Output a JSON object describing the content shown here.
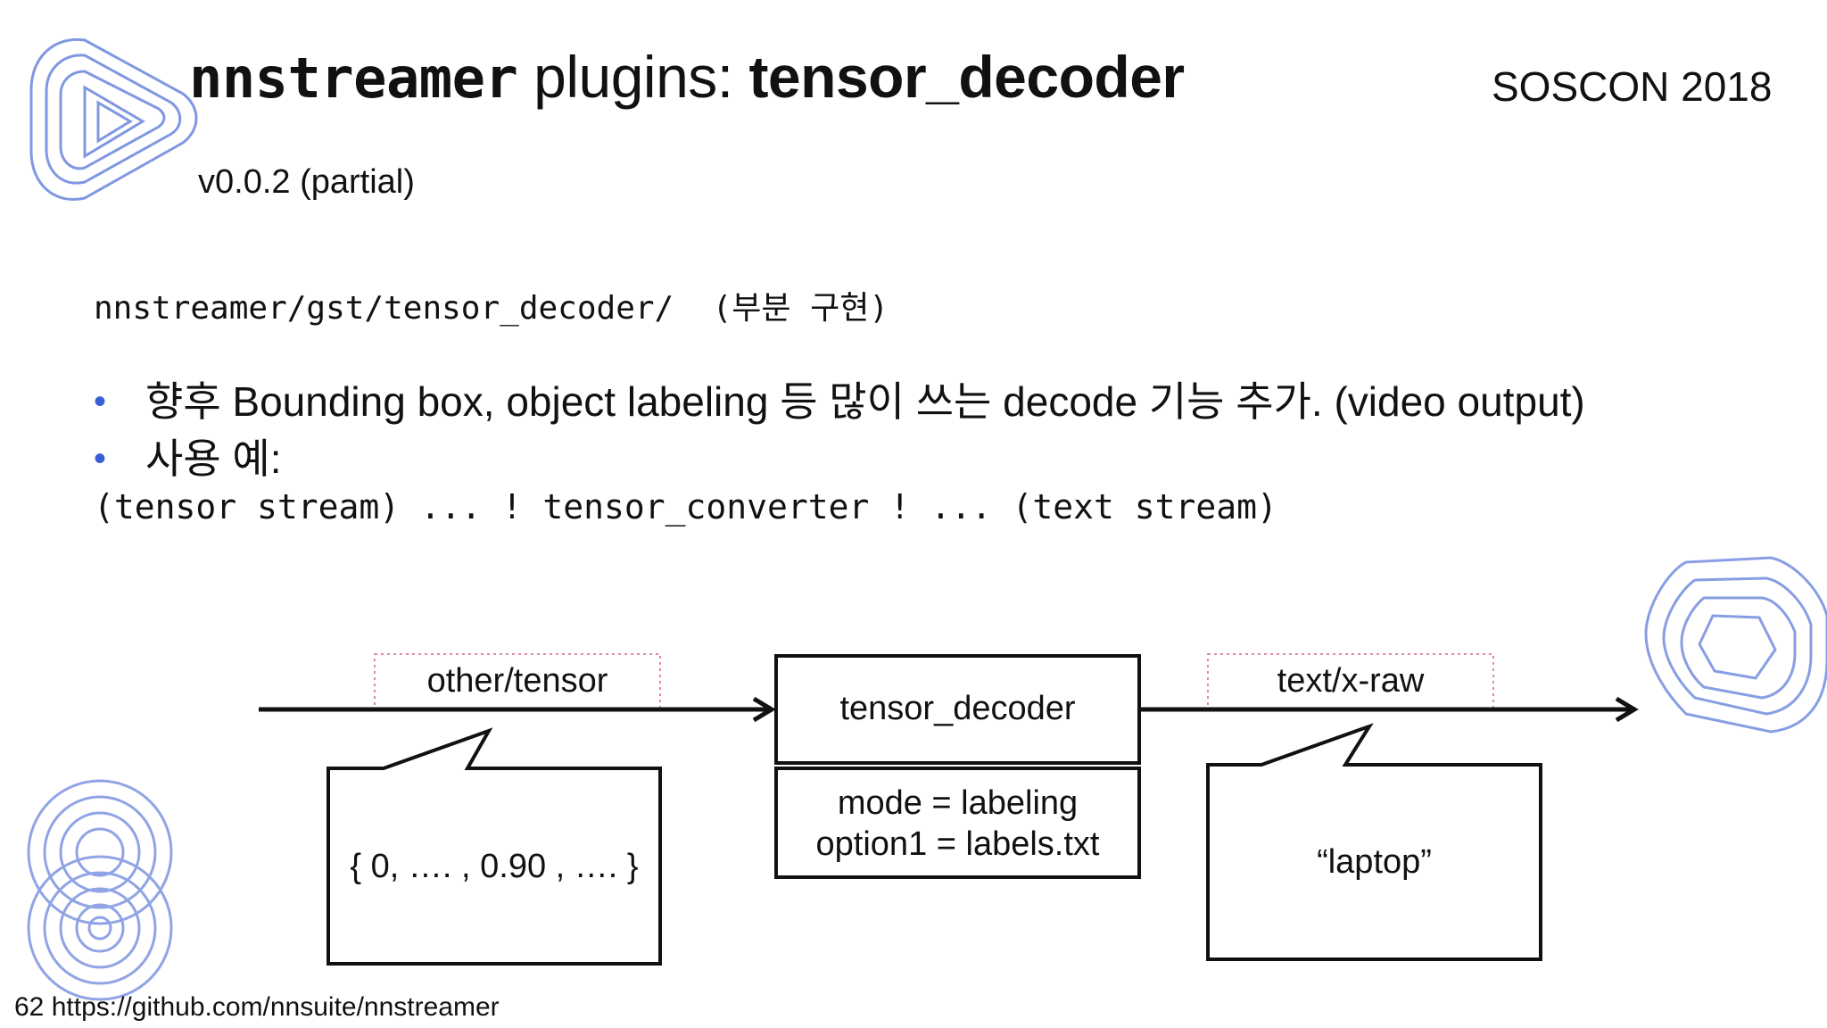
{
  "header": {
    "title_part1": "nnstreamer",
    "title_part2": " plugins: ",
    "title_part3": "tensor_decoder",
    "event": "SOSCON 2018",
    "version": "v0.0.2 (partial)"
  },
  "content": {
    "path_line": "nnstreamer/gst/tensor_decoder/  (부분 구현)",
    "bullets": [
      "향후 Bounding box, object labeling 등 많이 쓰는 decode 기능 추가. (video output)",
      "사용 예:"
    ],
    "pipeline_example": "(tensor stream) ... ! tensor_converter ! ... (text stream)"
  },
  "diagram": {
    "input_caps": "other/tensor",
    "element_name": "tensor_decoder",
    "property_line1": "mode = labeling",
    "property_line2": "option1 = labels.txt",
    "output_caps": "text/x-raw",
    "input_callout": "{ 0, …. , 0.90 , …. }",
    "output_callout": "“laptop”"
  },
  "footer": {
    "page_number": "62",
    "url": "https://github.com/nnsuite/nnstreamer"
  },
  "colors": {
    "logo_blue": "#5a78d8",
    "bullet_blue": "#3b5ed6"
  }
}
